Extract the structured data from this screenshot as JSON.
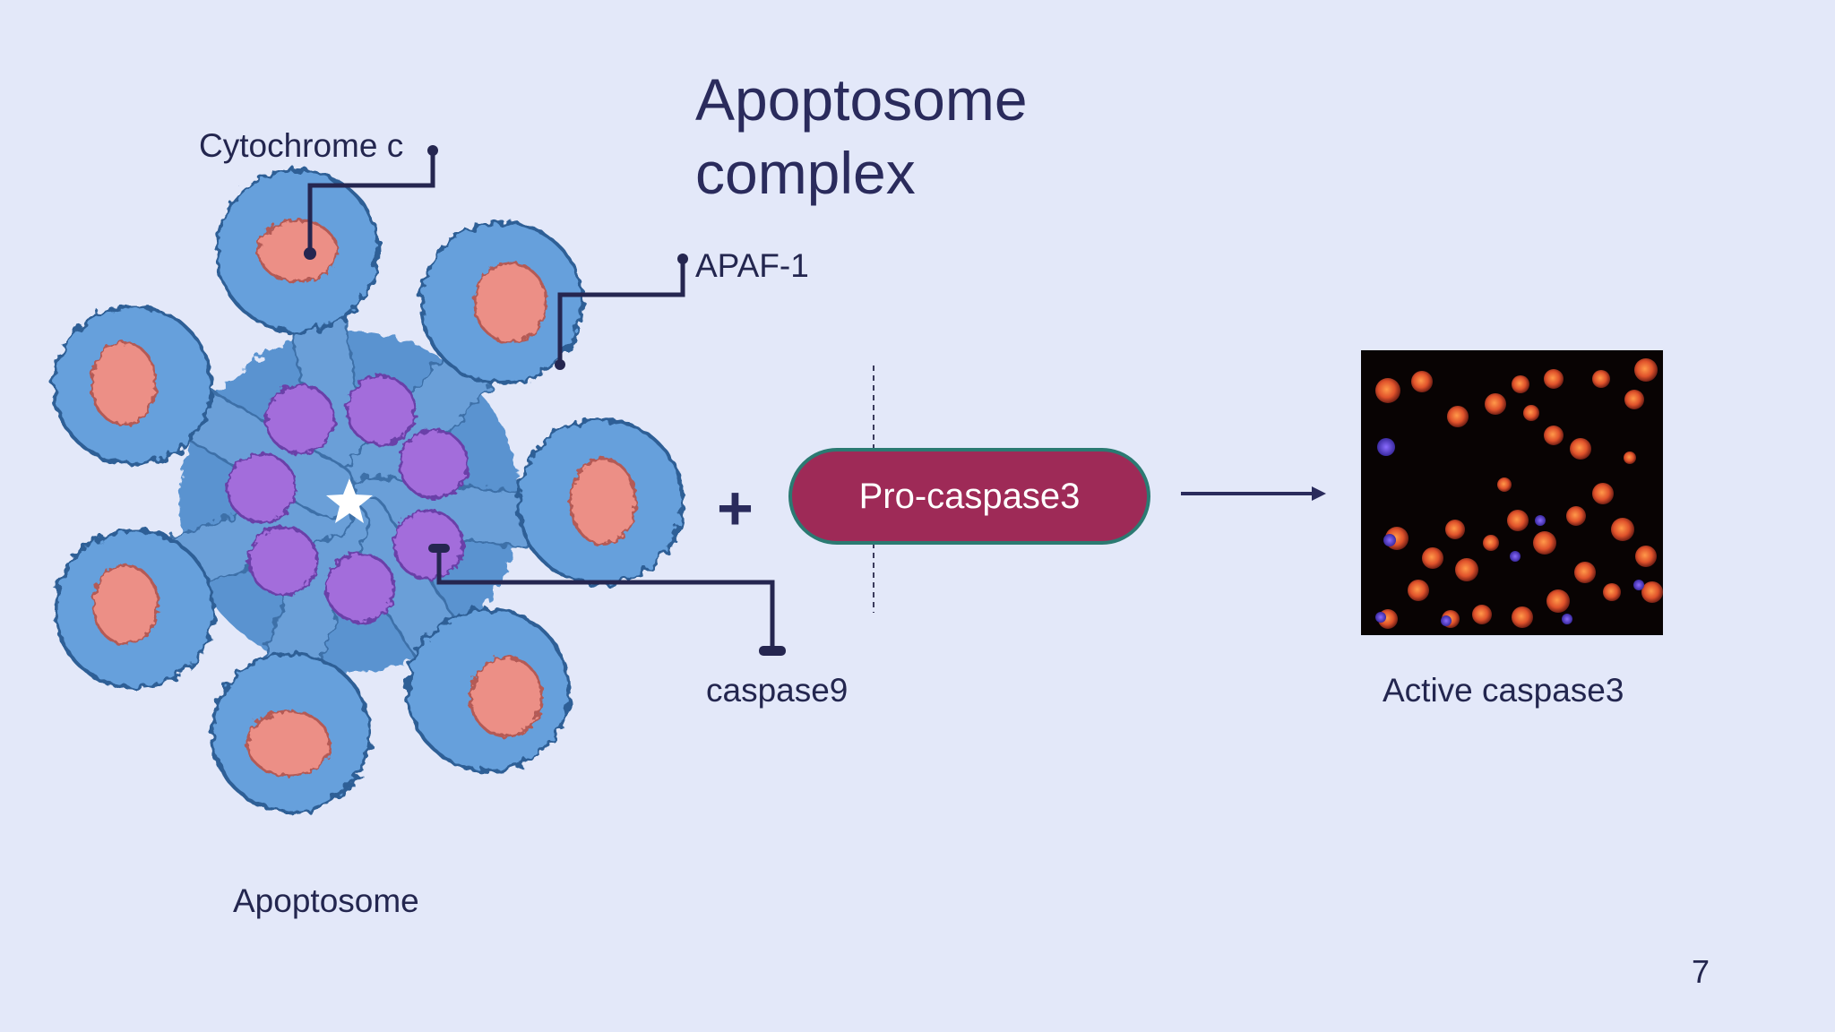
{
  "slide": {
    "title_line1": "Apoptosome",
    "title_line2": "complex",
    "page_number": "7"
  },
  "labels": {
    "cytochrome_c": "Cytochrome c",
    "apaf1": "APAF-1",
    "caspase9": "caspase9",
    "active_caspase3": "Active caspase3",
    "apoptosome": "Apoptosome"
  },
  "pill": {
    "text": "Pro-caspase3"
  },
  "colors": {
    "background": "#e3e8f9",
    "text": "#23264f",
    "apaf_blue": "#5d96d4",
    "cytochrome_pink": "#ec8f86",
    "caspase_purple": "#a06ad8",
    "pill_fill": "#9e2a57",
    "pill_border": "#2b7a72",
    "callout_line": "#252650"
  },
  "icons": {
    "plus": "plus-sign",
    "arrow": "arrow-right-icon"
  }
}
